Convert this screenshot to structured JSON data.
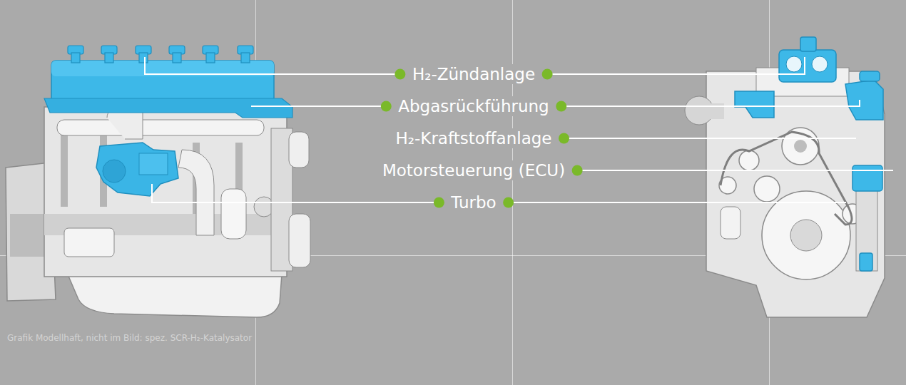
{
  "diagram": {
    "labels": [
      "H₂-Zündanlage",
      "Abgasrückführung",
      "H₂-Kraftstoffanlage",
      "Motorsteuerung (ECU)",
      "Turbo",
      "Grafik Modellhaft, nicht im Bild: spez. SCR-H₂-Katalysator"
    ]
  }
}
